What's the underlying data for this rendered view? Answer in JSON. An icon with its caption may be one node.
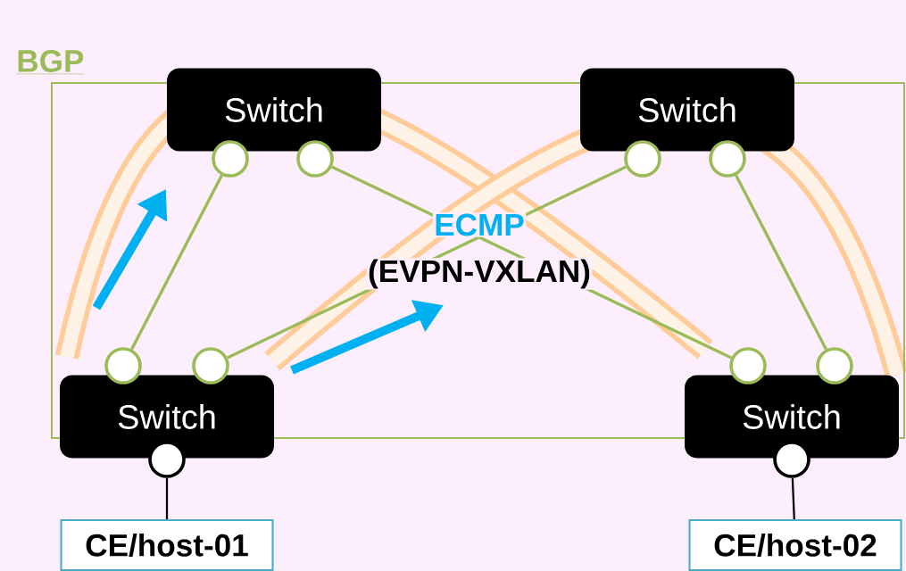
{
  "diagram": {
    "nodes": [
      {
        "text": [
          "BGP"
        ]
      },
      {
        "text": [
          "Switch"
        ]
      },
      {
        "text": [],
        "shape": "circle",
        "in": 0
      },
      {
        "text": [],
        "shape": "circle",
        "in": 0
      },
      {
        "text": [
          "Switch"
        ]
      },
      {
        "text": [],
        "shape": "circle",
        "in": 0
      },
      {
        "text": [],
        "shape": "circle",
        "in": 0
      },
      {
        "text": [
          "Switch"
        ]
      },
      {
        "text": [],
        "shape": "circle",
        "in": 0
      },
      {
        "text": [],
        "shape": "circle",
        "in": 0
      },
      {
        "text": [],
        "shape": "circle"
      },
      {
        "text": [
          "Switch"
        ]
      },
      {
        "text": [],
        "shape": "circle",
        "in": 0
      },
      {
        "text": [],
        "shape": "circle",
        "in": 0
      },
      {
        "text": [],
        "shape": "circle"
      },
      {
        "text": [
          "CE/host-01"
        ]
      },
      {
        "text": [
          "CE/host-02"
        ]
      }
    ],
    "edges": [
      {
        "from": 8,
        "to": 2,
        "arrow": "none"
      },
      {
        "from": 9,
        "to": 5,
        "arrow": "none"
      },
      {
        "from": 3,
        "to": 12,
        "arrow": "none"
      },
      {
        "from": 6,
        "to": 13,
        "arrow": "none"
      },
      {
        "from": 10,
        "to": 15,
        "arrow": "none",
        "color": "#000000"
      },
      {
        "from": 14,
        "to": 16,
        "arrow": "none",
        "color": "#000000"
      }
    ],
    "labels": [
      "ECMP",
      "(EVPN-VXLAN)"
    ]
  }
}
